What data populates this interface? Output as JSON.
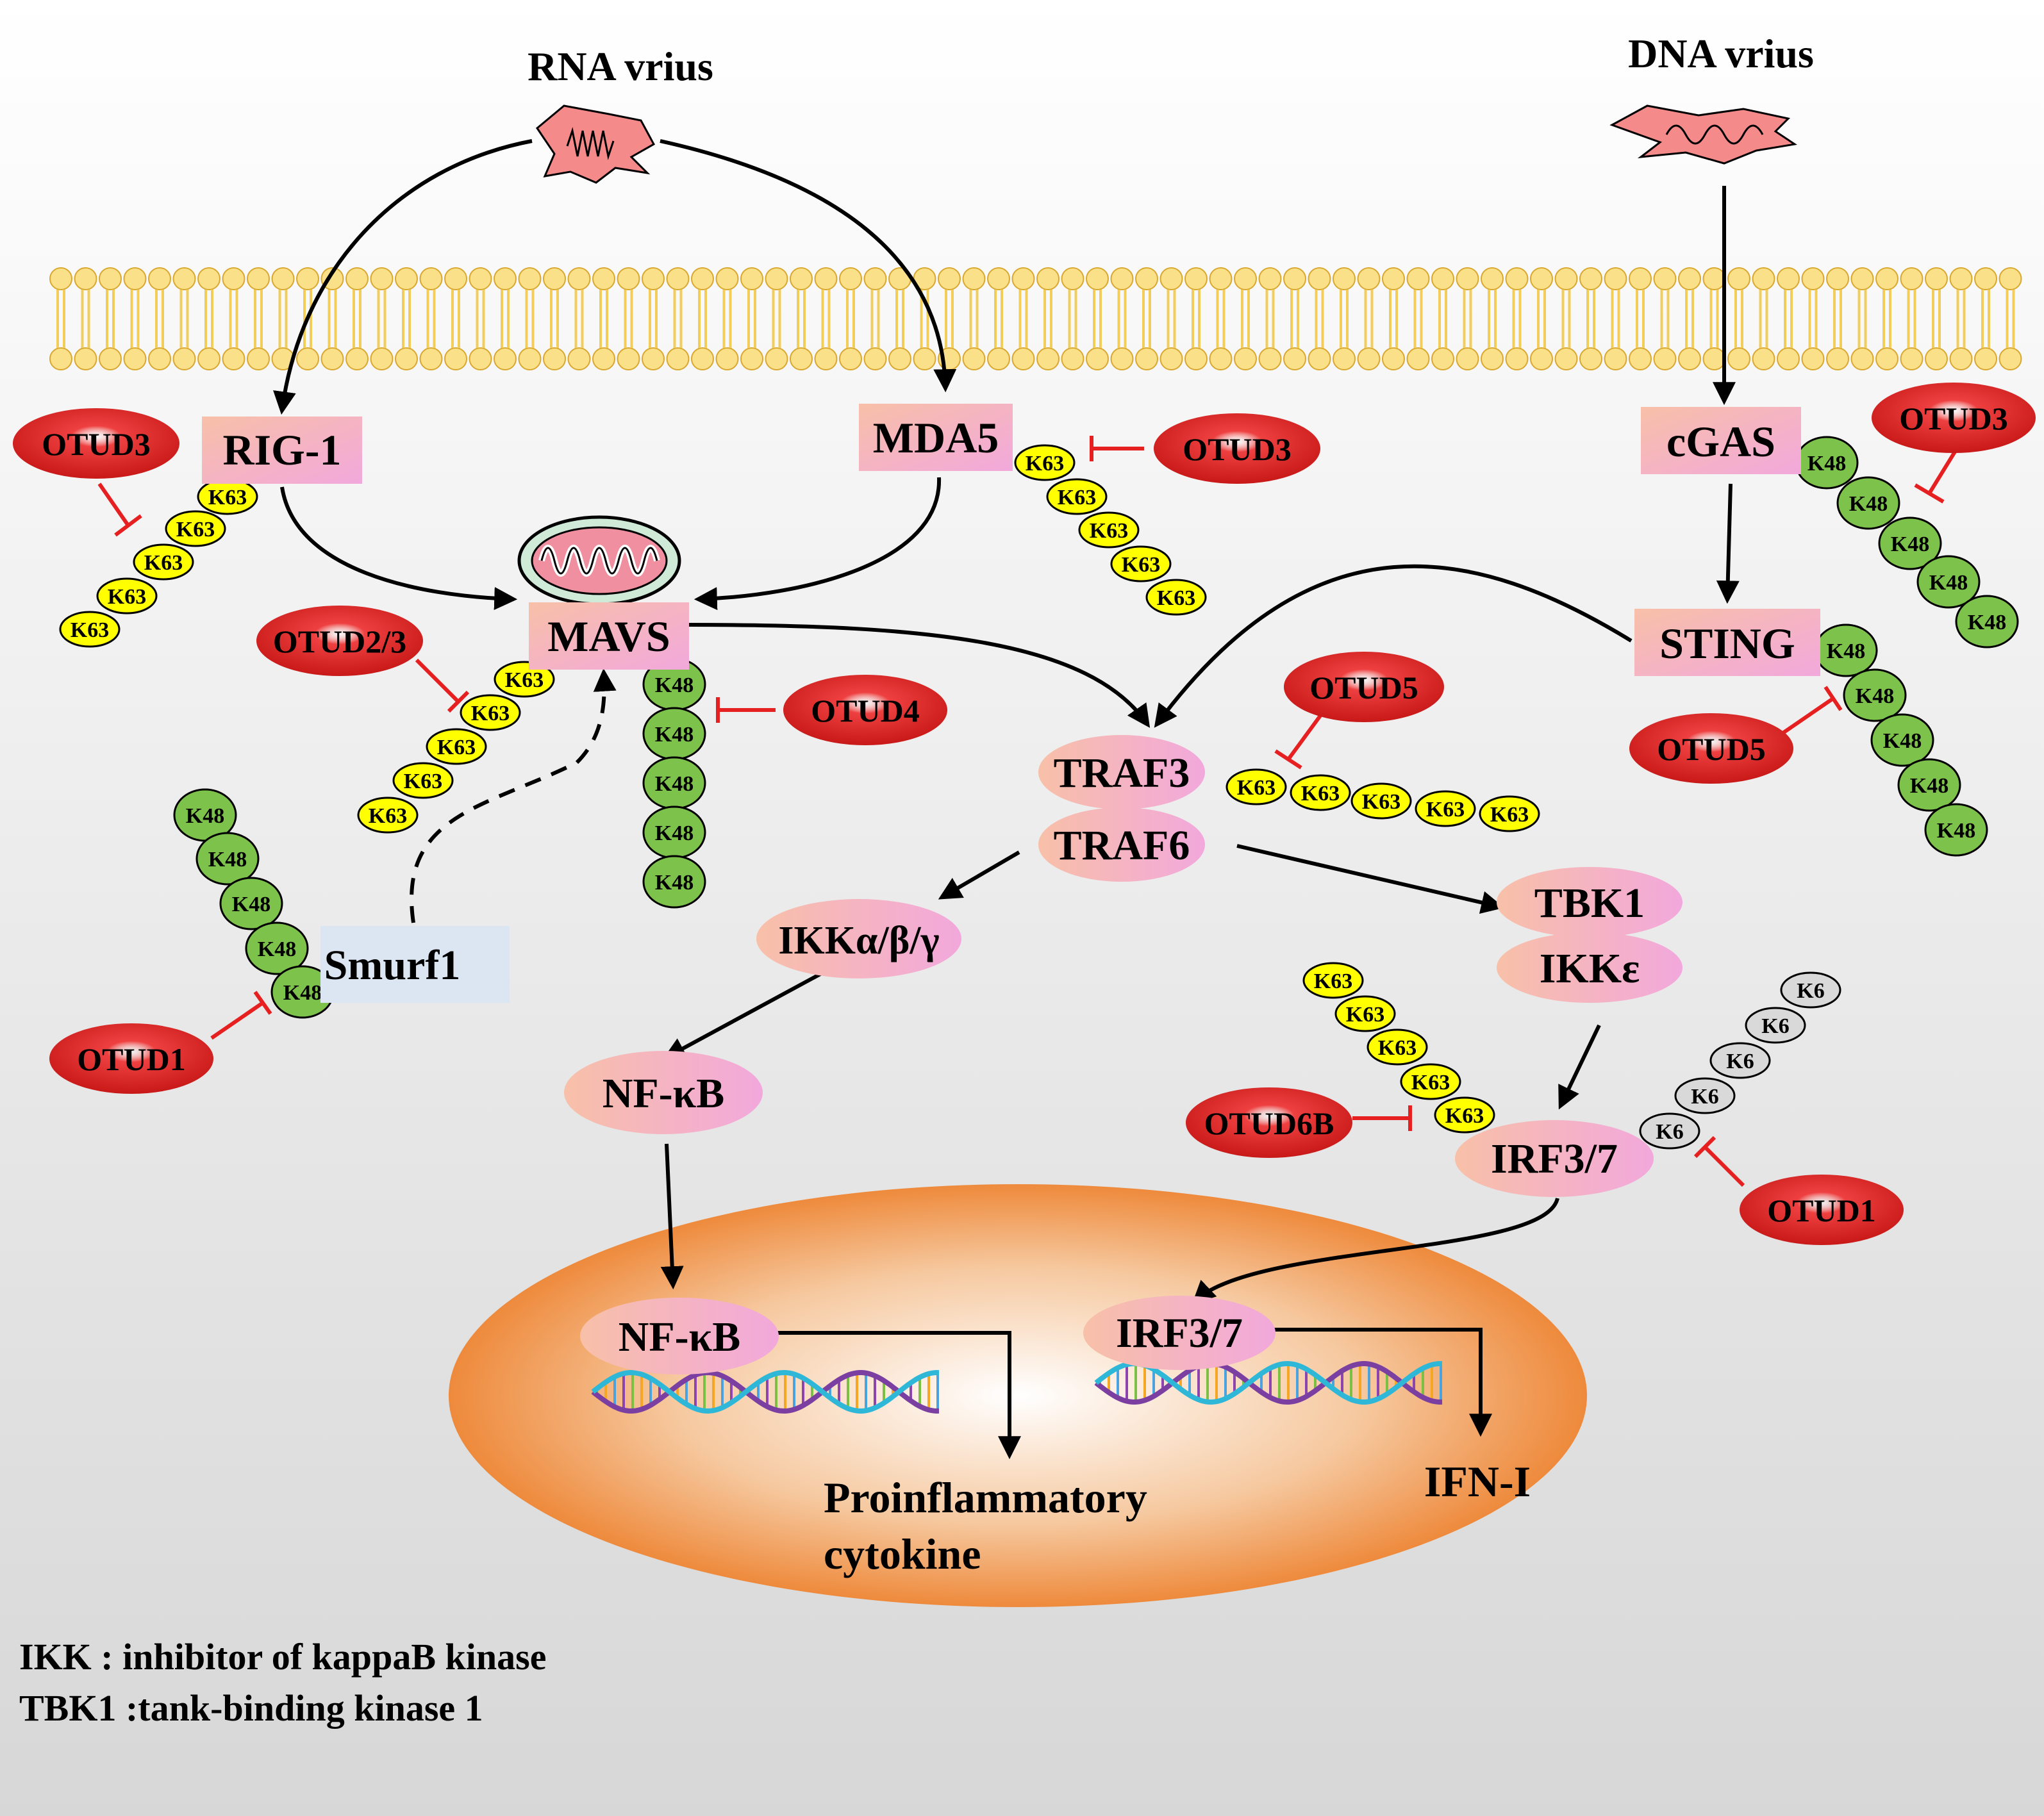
{
  "virus": {
    "rna": "RNA vrius",
    "dna": "DNA vrius"
  },
  "proteins": {
    "rig1": "RIG-1",
    "mda5": "MDA5",
    "cgas": "cGAS",
    "sting": "STING",
    "mavs": "MAVS",
    "traf3": "TRAF3",
    "traf6": "TRAF6",
    "ikk": "IKKα/β/γ",
    "tbk1": "TBK1",
    "ikke": "IKKε",
    "nfkb": "NF-κB",
    "irf": "IRF3/7",
    "smurf1": "Smurf1",
    "nfkb_nuc": "NF-κB",
    "irf_nuc": "IRF3/7"
  },
  "dubs": {
    "otud3_rig": "OTUD3",
    "otud3_mda5": "OTUD3",
    "otud3_cgas": "OTUD3",
    "otud23": "OTUD2/3",
    "otud4": "OTUD4",
    "otud5_traf": "OTUD5",
    "otud5_sting": "OTUD5",
    "otud1_smurf": "OTUD1",
    "otud6b": "OTUD6B",
    "otud1_irf": "OTUD1"
  },
  "chain_labels": {
    "k63": "K63",
    "k48": "K48",
    "k6": "K6"
  },
  "outputs": {
    "cytokine": [
      "Proinflammatory",
      "cytokine"
    ],
    "ifn": "IFN-I"
  },
  "legend": [
    "IKK : inhibitor of kappaB kinase",
    "TBK1 :tank-binding kinase 1"
  ],
  "colors": {
    "k63_fill": "#ffff00",
    "k48_fill": "#7dc24b",
    "k6_fill": "#d9d9d9",
    "dub_red": "#e02020",
    "inhibit_red": "#e62020",
    "box_pink": "#f3b5c8",
    "nucleus_orange": "#ee8a3c",
    "virus_pink": "#f48a8a",
    "membrane_yellow": "#fbe08a",
    "smurf_blue": "#dce6f2"
  }
}
